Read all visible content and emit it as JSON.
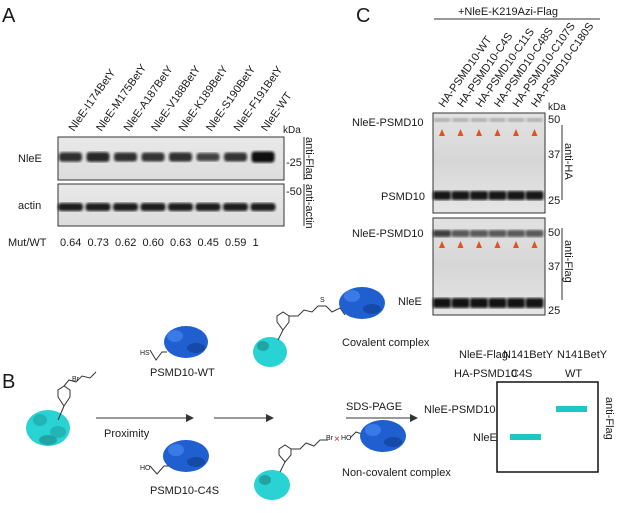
{
  "panelA": {
    "letter": "A",
    "lanes": [
      "NleE-I174BetY",
      "NleE-M175BetY",
      "NleE-A187BetY",
      "NleE-V188BetY",
      "NleE-K189BetY",
      "NleE-S190BetY",
      "NleE-F191BetY",
      "NleE-WT"
    ],
    "kda": "kDa",
    "blots": [
      {
        "row_label": "NleE",
        "marker": "-25",
        "antibody": "anti-Flag"
      },
      {
        "row_label": "actin",
        "marker": "-50",
        "antibody": "anti-actin"
      }
    ],
    "ratio_label": "Mut/WT",
    "ratios": [
      "0.64",
      "0.73",
      "0.62",
      "0.60",
      "0.63",
      "0.45",
      "0.59",
      "1"
    ],
    "band_intensity": [
      0.64,
      0.73,
      0.62,
      0.6,
      0.63,
      0.45,
      0.59,
      1
    ]
  },
  "panelC": {
    "letter": "C",
    "condition": "+NleE-K219Azi-Flag",
    "lanes": [
      "HA-PSMD10-WT",
      "HA-PSMD10-C4S",
      "HA-PSMD10-C11S",
      "HA-PSMD10-C48S",
      "HA-PSMD10-C107S",
      "HA-PSMD10-C180S"
    ],
    "kda": "kDa",
    "top": {
      "bands": [
        "NleE-PSMD10",
        "PSMD10"
      ],
      "markers": [
        "50",
        "37",
        "25"
      ],
      "antibody": "anti-HA"
    },
    "bottom": {
      "bands": [
        "NleE-PSMD10",
        "NleE"
      ],
      "markers": [
        "50",
        "37",
        "25"
      ],
      "antibody": "anti-Flag"
    },
    "arrow_color": "#e0531f"
  },
  "panelB": {
    "letter": "B",
    "wt_label": "PSMD10-WT",
    "c4s_label": "PSMD10-C4S",
    "proximity_label": "Proximity",
    "covalent_label": "Covalent complex",
    "noncovalent_label": "Non-covalent complex",
    "sds_label": "SDS-PAGE",
    "gel": {
      "row1_label": "NleE-Flag",
      "row2_label": "HA-PSMD10",
      "col1": [
        "N141BetY",
        "C4S"
      ],
      "col2": [
        "N141BetY",
        "WT"
      ],
      "band_labels": [
        "NleE-PSMD10",
        "NleE"
      ],
      "antibody": "anti-Flag",
      "band_color": "#1fc6c6"
    },
    "chem": {
      "sh": "HS",
      "ho": "HO",
      "br": "Br",
      "s": "S"
    },
    "colors": {
      "nlee": "#2ad3d3",
      "psmd10": "#1f5fd0",
      "cross": "#d62020"
    }
  }
}
